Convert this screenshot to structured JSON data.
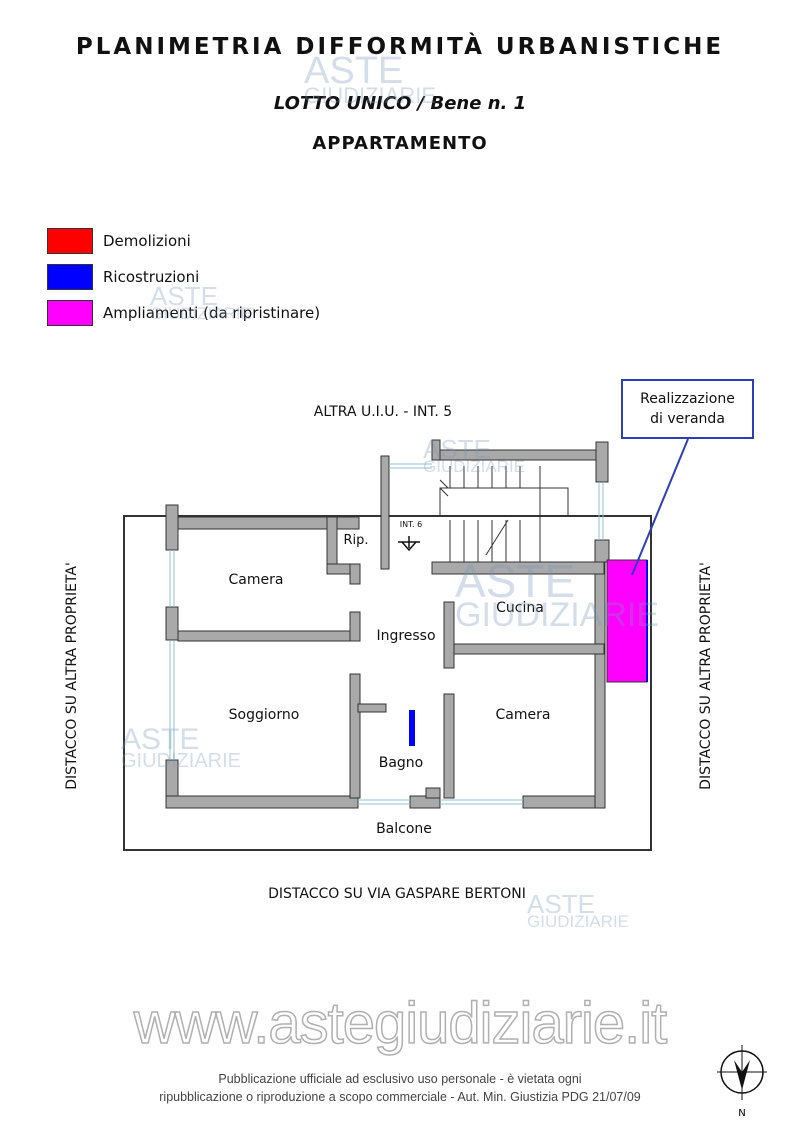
{
  "header": {
    "title": "PLANIMETRIA DIFFORMITÀ URBANISTICHE",
    "subtitle": "LOTTO UNICO / Bene n. 1",
    "unit_type": "APPARTAMENTO"
  },
  "legend": {
    "items": [
      {
        "label": "Demolizioni",
        "color": "#ff0000"
      },
      {
        "label": "Ricostruzioni",
        "color": "#0000ff"
      },
      {
        "label": "Ampliamenti (da ripristinare)",
        "color": "#ff00ff"
      }
    ]
  },
  "plan": {
    "labels": {
      "top": "ALTRA U.I.U. - INT. 5",
      "bottom": "DISTACCO SU VIA GASPARE BERTONI",
      "left": "DISTACCO SU ALTRA PROPRIETA'",
      "right": "DISTACCO SU ALTRA PROPRIETA'"
    },
    "rooms": {
      "rip": "Rip.",
      "int": "INT. 6",
      "camera_top": "Camera",
      "ingresso": "Ingresso",
      "cucina": "Cucina",
      "soggiorno": "Soggiorno",
      "camera_right": "Camera",
      "bagno": "Bagno",
      "balcone": "Balcone"
    },
    "callout": {
      "line1": "Realizzazione",
      "line2": "di veranda"
    },
    "colors": {
      "wall": "#a9a9a9",
      "wall_outline": "#333333",
      "extension": "#ff00ff",
      "reconstruction": "#0000ff",
      "callout_border": "#2c3fb8"
    }
  },
  "watermark": {
    "logo_top": "ASTE",
    "logo_bottom": "GIUDIZIARIE",
    "site": "www.astegiudiziarie.it"
  },
  "footer": {
    "line1": "Pubblicazione ufficiale ad esclusivo uso personale - è vietata ogni",
    "line2": "ripubblicazione o riproduzione a scopo commerciale - Aut. Min. Giustizia PDG 21/07/09",
    "north": "N"
  }
}
